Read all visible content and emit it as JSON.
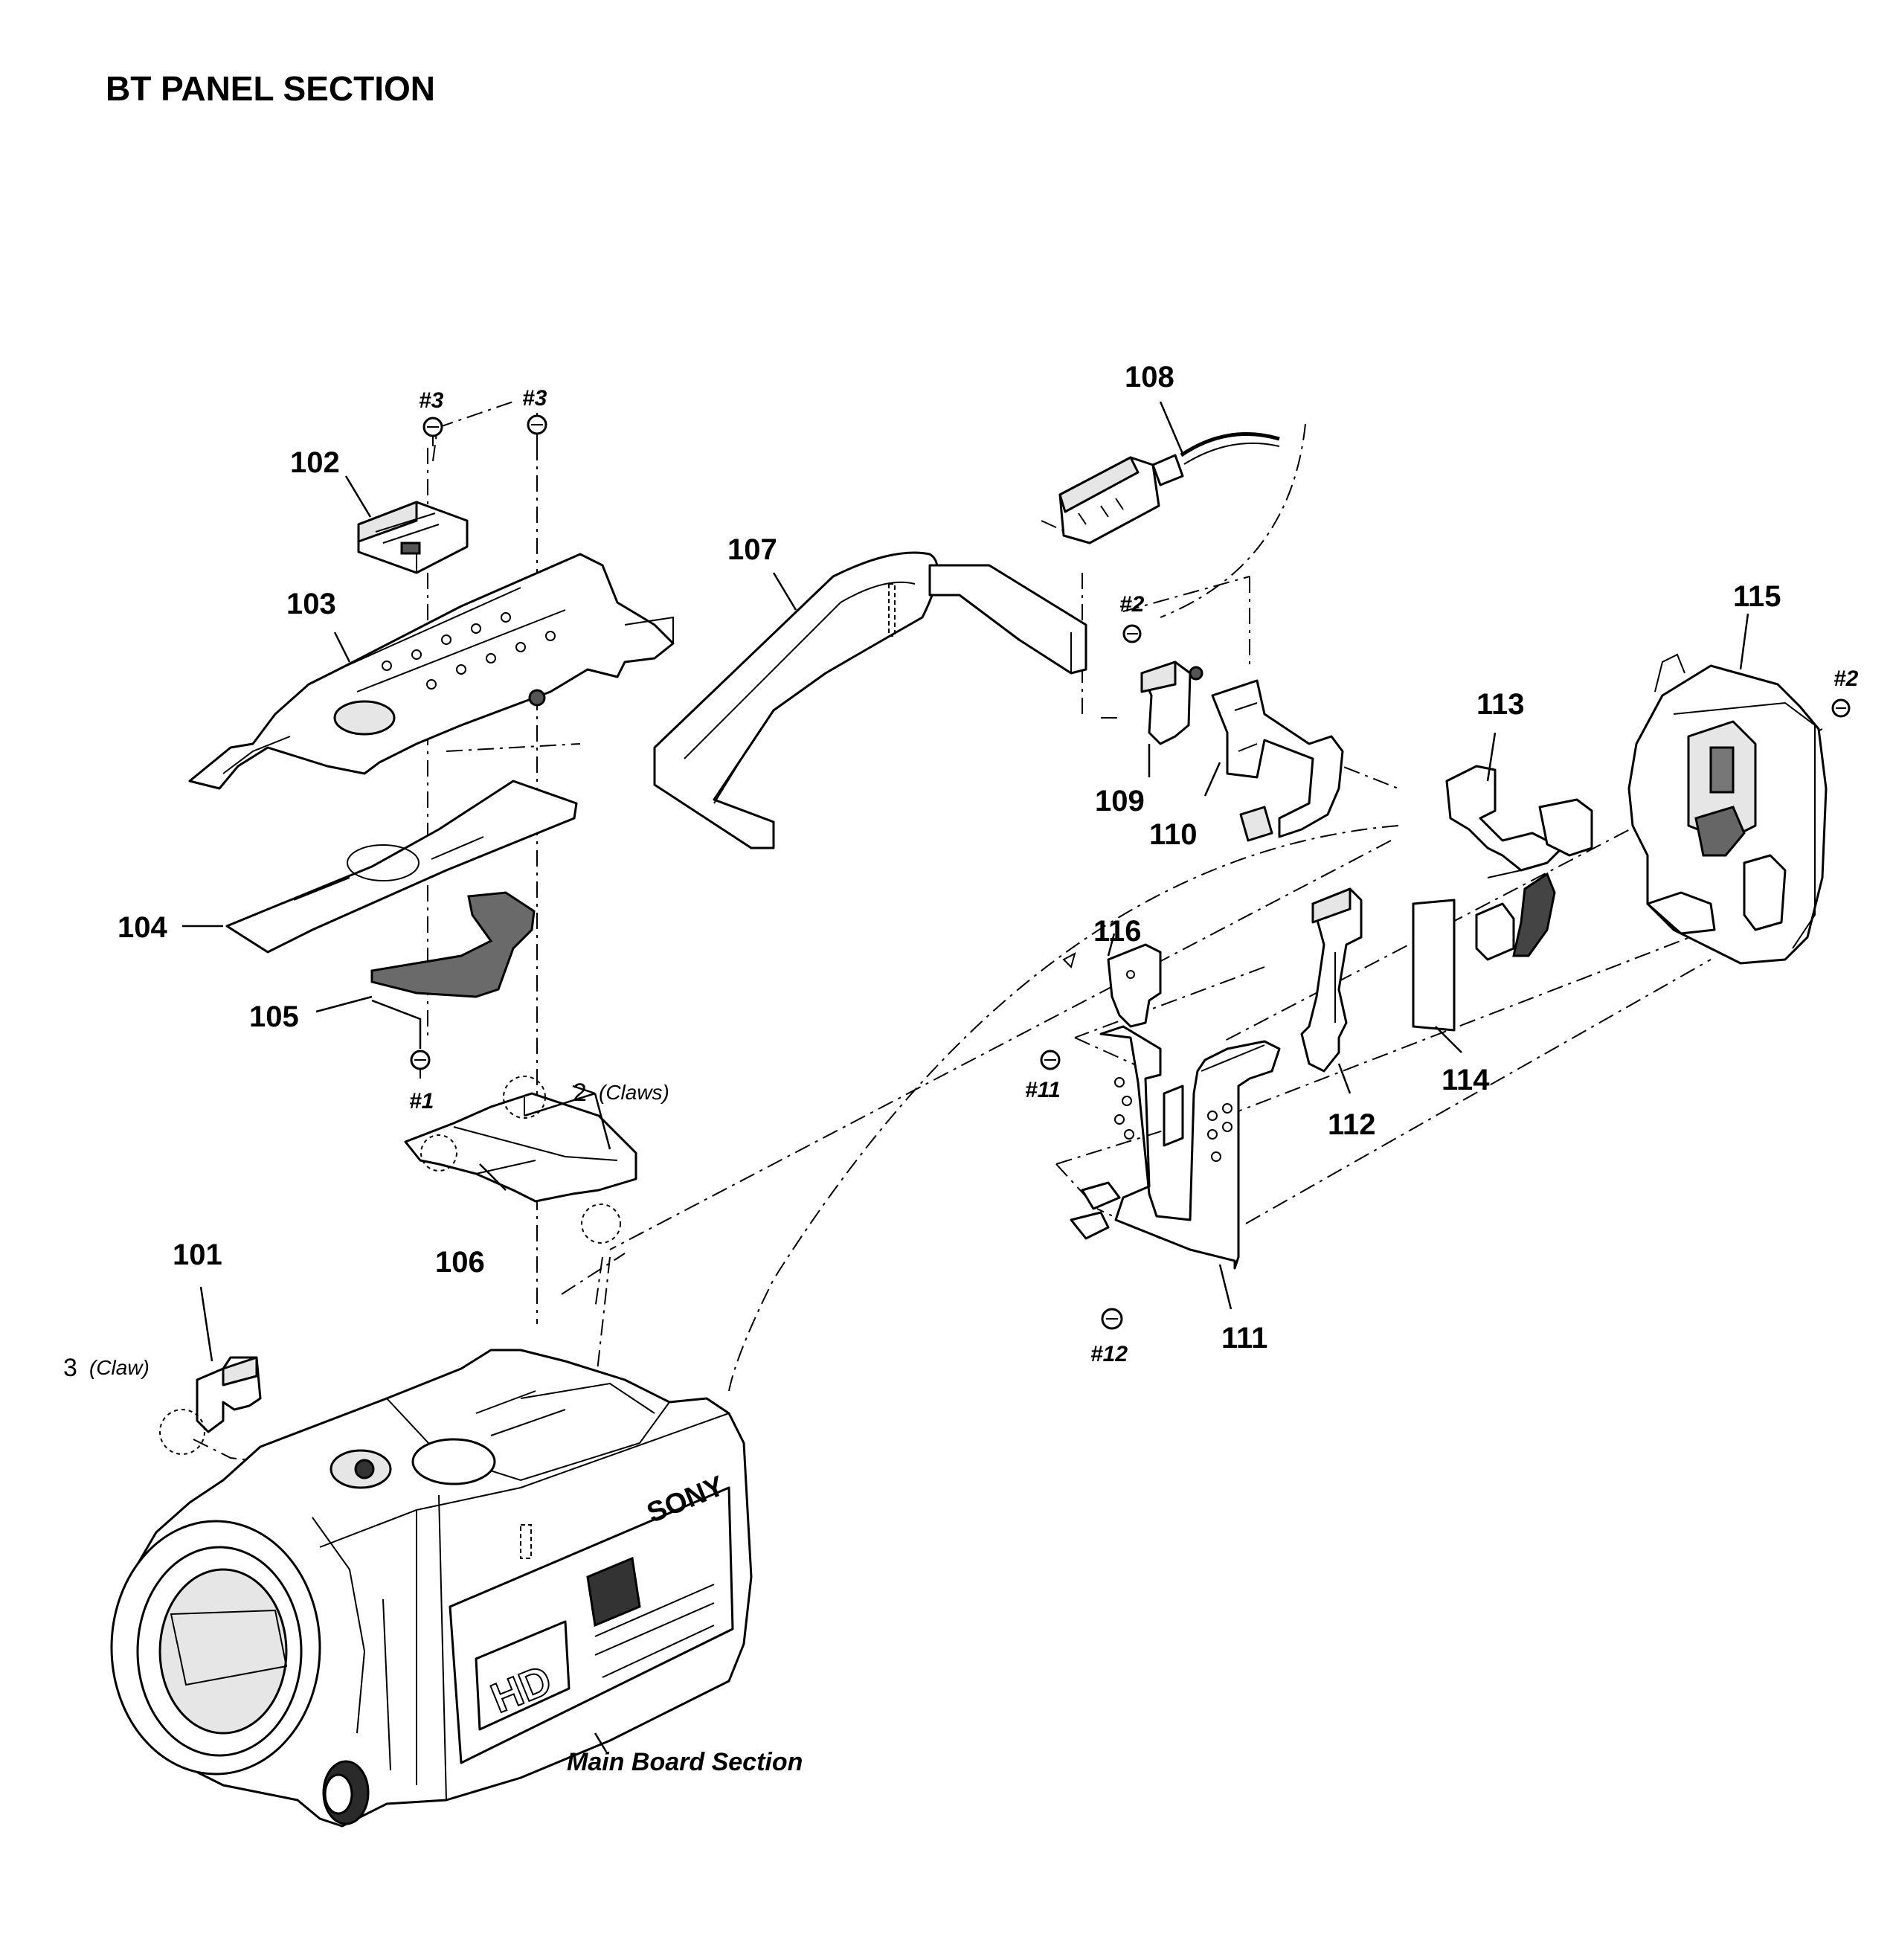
{
  "title": "BT PANEL SECTION",
  "parts": {
    "p101": "101",
    "p102": "102",
    "p103": "103",
    "p104": "104",
    "p105": "105",
    "p106": "106",
    "p107": "107",
    "p108": "108",
    "p109": "109",
    "p110": "110",
    "p111": "111",
    "p112": "112",
    "p113": "113",
    "p114": "114",
    "p115": "115",
    "p116": "116"
  },
  "screws": {
    "s3a": "#3",
    "s3b": "#3",
    "s1": "#1",
    "s2a": "#2",
    "s2b": "#2",
    "s11": "#11",
    "s12": "#12"
  },
  "notes": {
    "claws_num": "2",
    "claws_text": "(Claws)",
    "claw_num": "3",
    "claw_text": "(Claw)"
  },
  "caption": "Main Board Section",
  "camera_brand": "SONY",
  "camera_badge": "HD"
}
